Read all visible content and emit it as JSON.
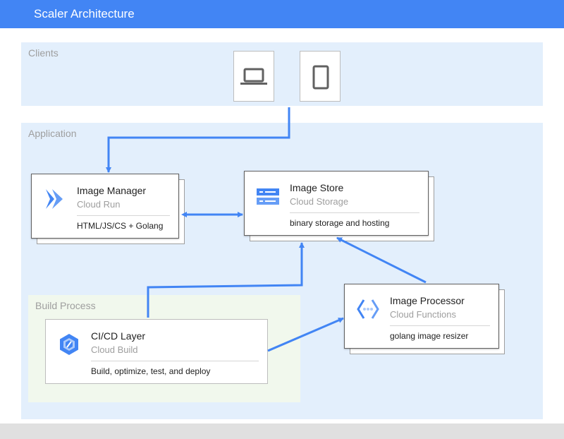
{
  "header": {
    "title": "Scaler Architecture"
  },
  "zones": {
    "clients": "Clients",
    "application": "Application",
    "build": "Build Process"
  },
  "devices": [
    {
      "icon": "laptop-icon"
    },
    {
      "icon": "mobile-phone-icon"
    }
  ],
  "cards": {
    "image_manager": {
      "name": "Image Manager",
      "service": "Cloud Run",
      "description": "HTML/JS/CS + Golang",
      "icon": "cloud-run-icon"
    },
    "image_store": {
      "name": "Image Store",
      "service": "Cloud Storage",
      "description": "binary storage and hosting",
      "icon": "cloud-storage-icon"
    },
    "image_processor": {
      "name": "Image Processor",
      "service": "Cloud Functions",
      "description": "golang image resizer",
      "icon": "cloud-functions-icon"
    },
    "cicd": {
      "name": "CI/CD Layer",
      "service": "Cloud Build",
      "description": "Build, optimize, test, and deploy",
      "icon": "cloud-build-icon"
    }
  },
  "colors": {
    "header": "#4285f4",
    "zone": "#e3effc",
    "build_zone": "#f1f8ed",
    "arrow": "#4285f4",
    "footer": "#e0e0e0"
  }
}
